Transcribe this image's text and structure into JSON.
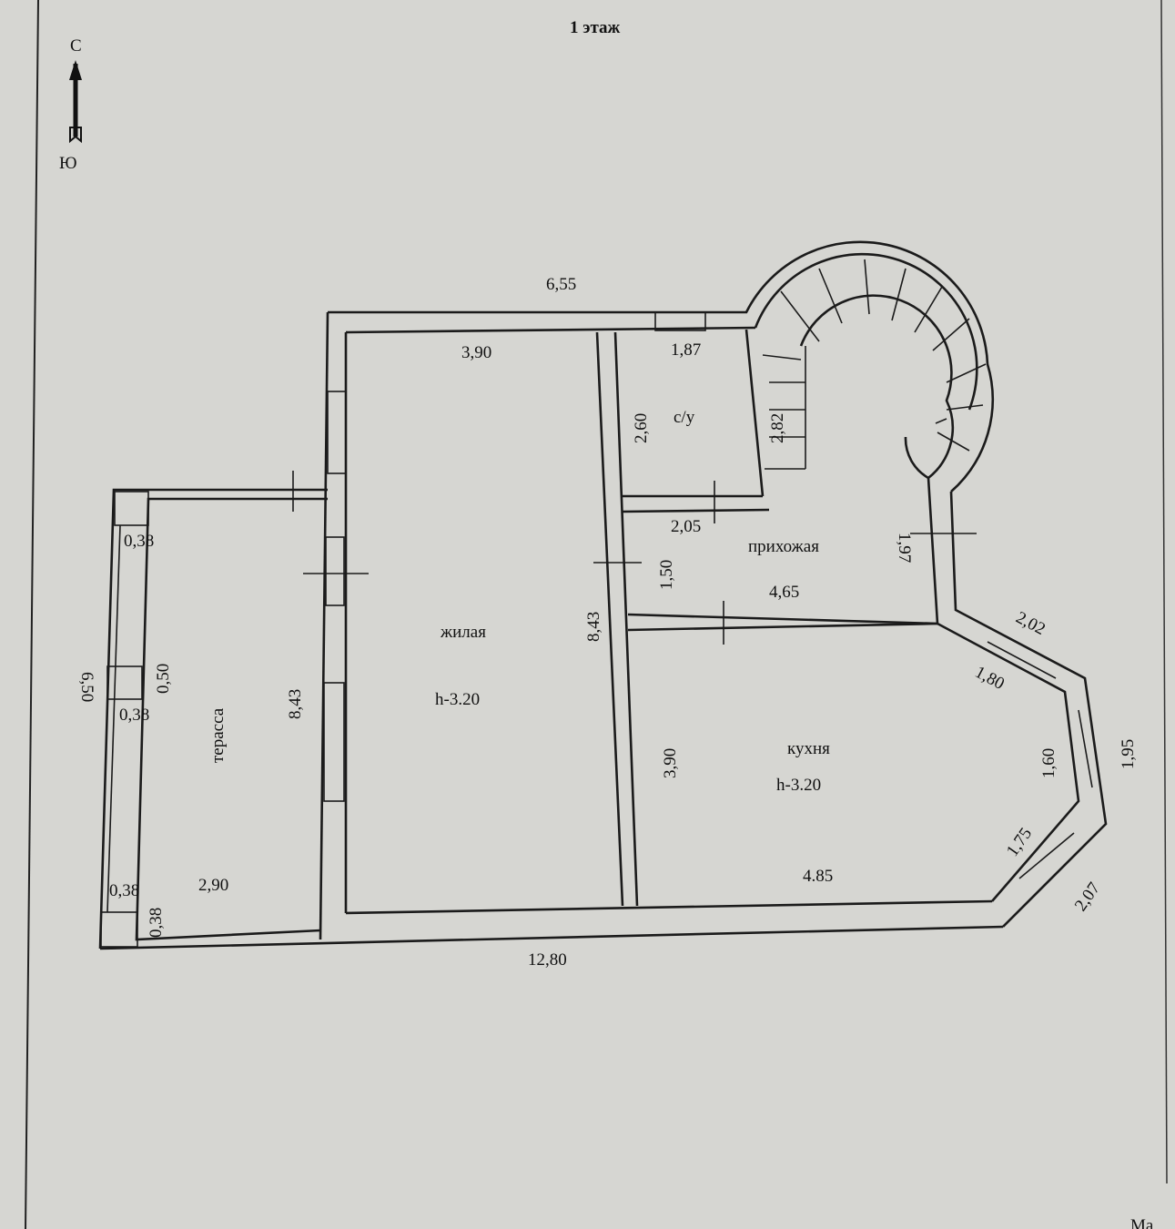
{
  "title": "1 этаж",
  "compass": {
    "north": "С",
    "south": "Ю"
  },
  "corner_text": "Ма",
  "rooms": {
    "terrace": {
      "name": "терасса"
    },
    "living": {
      "name": "жилая",
      "height": "h-3.20"
    },
    "bathroom": {
      "name": "с/у"
    },
    "hallway": {
      "name": "прихожая"
    },
    "kitchen": {
      "name": "кухня",
      "height": "h-3.20"
    }
  },
  "dimensions": {
    "top_outer": "6,55",
    "living_width": "3,90",
    "bath_width": "1,87",
    "bath_height": "2,60",
    "stair_width": "2,82",
    "hall_small": "2,05",
    "hall_height": "1,50",
    "hall_width": "4,65",
    "hall_right": "1,97",
    "living_height": "8,43",
    "terrace_height": "8,43",
    "terrace_outer": "6,50",
    "terrace_pier_top": "0,38",
    "terrace_pier_mid": "0,50",
    "terrace_pier_mid2": "0,38",
    "terrace_pier_bottom": "0,38",
    "terrace_pier_bottom2": "0,38",
    "terrace_width": "2,90",
    "kitchen_left": "3,90",
    "kitchen_width": "4.85",
    "bay_2_02": "2,02",
    "bay_1_80": "1,80",
    "bay_1_95": "1,95",
    "bay_1_60": "1,60",
    "bay_1_75": "1,75",
    "bay_2_07": "2,07",
    "bottom_outer": "12,80"
  }
}
